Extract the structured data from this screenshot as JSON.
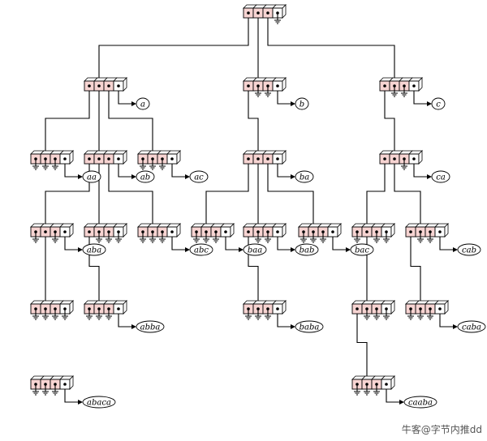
{
  "watermark": "牛客@字节内推dd",
  "colors": {
    "cell_fill": "#f7d4d2",
    "line": "#000000"
  },
  "root": {
    "children": [
      "a",
      "b",
      "c"
    ],
    "null_children": []
  },
  "nodes": [
    {
      "key": "root",
      "label": null,
      "children": [
        "a",
        "b",
        "c"
      ]
    },
    {
      "key": "a",
      "label": "a"
    },
    {
      "key": "b",
      "label": "b"
    },
    {
      "key": "c",
      "label": "c"
    },
    {
      "key": "aa",
      "label": "aa"
    },
    {
      "key": "ab",
      "label": "ab"
    },
    {
      "key": "ac",
      "label": "ac"
    },
    {
      "key": "ba",
      "label": "ba"
    },
    {
      "key": "ca",
      "label": "ca"
    },
    {
      "key": "aba",
      "label": "aba"
    },
    {
      "key": "abb",
      "label": null
    },
    {
      "key": "abc",
      "label": "abc"
    },
    {
      "key": "baa",
      "label": "baa"
    },
    {
      "key": "bab",
      "label": "bab"
    },
    {
      "key": "bac",
      "label": "bac"
    },
    {
      "key": "caa",
      "label": null
    },
    {
      "key": "cab",
      "label": "cab"
    },
    {
      "key": "abab",
      "label": null
    },
    {
      "key": "abba",
      "label": "abba"
    },
    {
      "key": "baba",
      "label": "baba"
    },
    {
      "key": "caab",
      "label": null
    },
    {
      "key": "caba",
      "label": "caba"
    },
    {
      "key": "abaca",
      "label": "abaca"
    },
    {
      "key": "caaba",
      "label": "caaba"
    }
  ]
}
